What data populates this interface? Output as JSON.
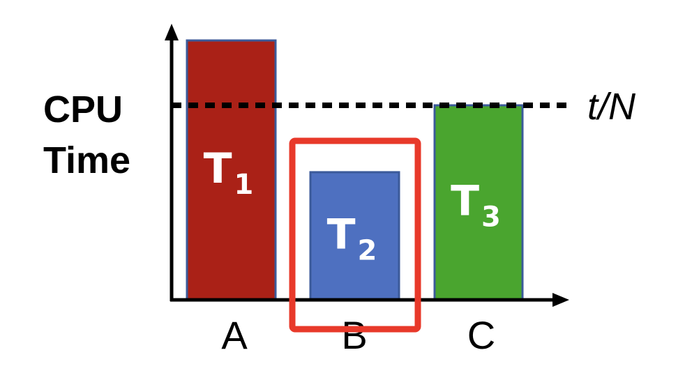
{
  "chart_data": {
    "type": "bar",
    "ylabel_lines": [
      "CPU",
      "Time"
    ],
    "categories": [
      "A",
      "B",
      "C"
    ],
    "values": [
      1.28,
      0.63,
      0.96
    ],
    "ylim": [
      0,
      1.28
    ],
    "bars": [
      {
        "category": "A",
        "label_main": "T",
        "label_sub": "1",
        "color": "#aa2117"
      },
      {
        "category": "B",
        "label_main": "T",
        "label_sub": "2",
        "color": "#4e70c0"
      },
      {
        "category": "C",
        "label_main": "T",
        "label_sub": "3",
        "color": "#4aa52f"
      }
    ],
    "reference_line": {
      "value": 0.96,
      "label": "t/N",
      "style": "dotted"
    },
    "highlight": {
      "category": "B",
      "color": "#e8392a"
    },
    "bar_border_color": "#3b5a9a",
    "axis_color": "#000000",
    "grid": false,
    "legend": false
  }
}
